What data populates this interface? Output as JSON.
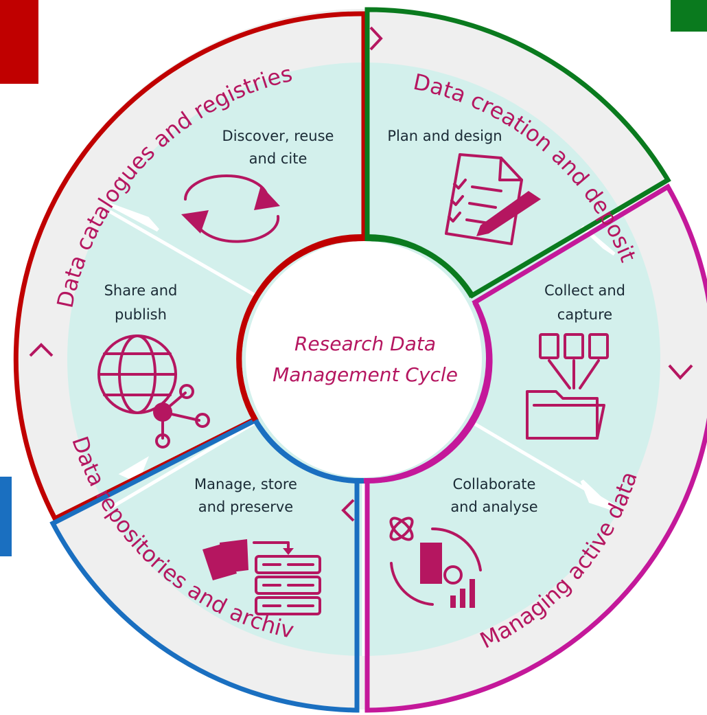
{
  "center": {
    "title_line1": "Research Data",
    "title_line2": "Management Cycle"
  },
  "outer_arcs": [
    {
      "label": "Data catalogues and registries",
      "border_color": "#c00000"
    },
    {
      "label": "Data creation and deposit",
      "border_color": "#0a7a1e"
    },
    {
      "label": "Managing active data",
      "border_color": "#c4189a"
    },
    {
      "label": "Data repositories and archives",
      "border_color": "#1a6fc0"
    }
  ],
  "stages": [
    {
      "line1": "Discover, reuse",
      "line2": "and cite",
      "icon": "cycle-arrows-icon"
    },
    {
      "line1": "Plan and design",
      "line2": "",
      "icon": "document-pen-icon"
    },
    {
      "line1": "Collect and",
      "line2": "capture",
      "icon": "documents-folder-icon"
    },
    {
      "line1": "Collaborate",
      "line2": "and analyse",
      "icon": "atom-server-chart-icon"
    },
    {
      "line1": "Manage, store",
      "line2": "and preserve",
      "icon": "folders-server-icon"
    },
    {
      "line1": "Share and",
      "line2": "publish",
      "icon": "globe-network-icon"
    }
  ],
  "legend_swatches": [
    {
      "color": "#c00000"
    },
    {
      "color": "#0a7a1e"
    },
    {
      "color": "#1a6fc0"
    }
  ],
  "colors": {
    "accent": "#b51660",
    "inner_ring": "#d3f0ec",
    "outer_ring": "#efefef",
    "center": "#ffffff"
  }
}
